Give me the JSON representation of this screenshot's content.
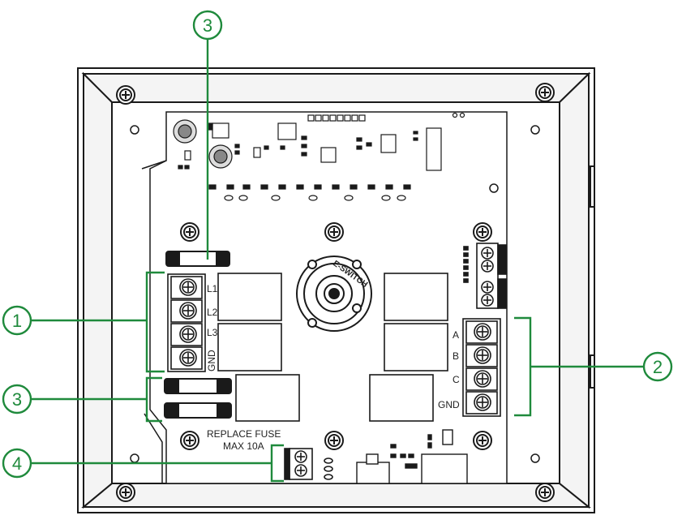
{
  "colors": {
    "callout": "#1f8a3c",
    "line": "#1a1a1a",
    "background": "#ffffff"
  },
  "terminals_left": {
    "labels": [
      "L1",
      "L2",
      "L3",
      "GND"
    ]
  },
  "terminals_right": {
    "labels": [
      "A",
      "B",
      "C",
      "GND"
    ]
  },
  "switch": {
    "brand": "E-SWITCH"
  },
  "fuse_note": {
    "line1": "REPLACE FUSE",
    "line2": "MAX 10A"
  },
  "callouts": {
    "c1": "1",
    "c2": "2",
    "c3_top": "3",
    "c3_left": "3",
    "c4": "4"
  },
  "icons": [
    "screw-icon",
    "mounting-hole-icon",
    "fuse-icon",
    "terminal-block-icon",
    "rotary-switch-icon"
  ]
}
